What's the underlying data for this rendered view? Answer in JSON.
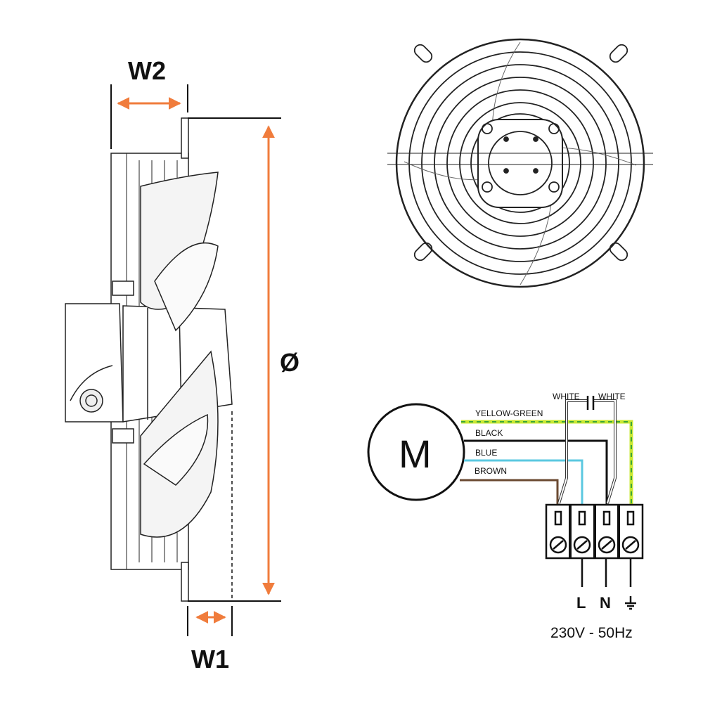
{
  "dimensions": {
    "w2": "W2",
    "w1": "W1",
    "diameter": "Ø"
  },
  "wiring": {
    "motor_label": "M",
    "wires": {
      "yellow_green": "YELLOW-GREEN",
      "black": "BLACK",
      "blue": "BLUE",
      "brown": "BROWN",
      "white_left": "WHITE",
      "white_right": "WHITE"
    },
    "terminals": {
      "live": "L",
      "neutral": "N"
    },
    "supply": "230V - 50Hz"
  },
  "colors": {
    "dimension_arrow": "#f07c3c",
    "yellow_green": "#c8e832",
    "green_dash": "#3aa53a",
    "blue": "#5bc8e0",
    "brown": "#6b4a32",
    "black": "#111111"
  }
}
